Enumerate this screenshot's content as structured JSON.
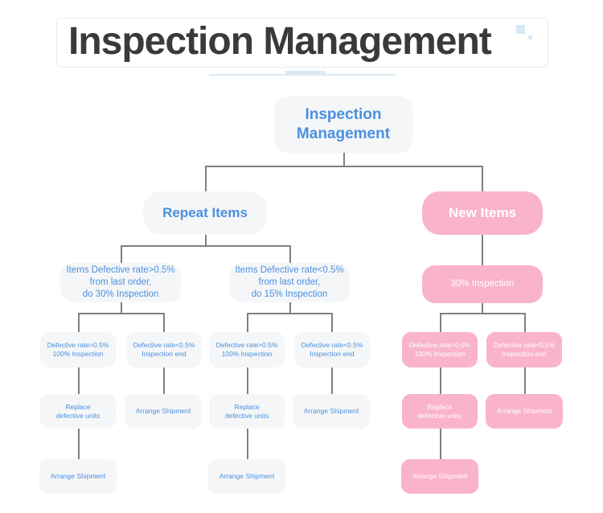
{
  "header": {
    "title": "Inspection Management",
    "decor": [
      "square-large",
      "square-small",
      "underline"
    ]
  },
  "diagram": {
    "type": "flowchart",
    "colors": {
      "blue_node_bg": "#f5f6f7",
      "blue_node_text": "#4a90e2",
      "pink_node_bg": "#fab3cd",
      "pink_node_text": "#ffffff",
      "connector": "#808080",
      "title_text": "#3a3a3a",
      "accent_decor": "#dceaf4"
    },
    "nodes": {
      "root": "Inspection Management",
      "branch_repeat": "Repeat Items",
      "branch_new": "New Items",
      "repeat_high": "Items Defective rate>0.5%\nfrom last order,\ndo 30% Inspection",
      "repeat_high_l1": "Items Defective rate>0.5%",
      "repeat_high_l2": "from last order,",
      "repeat_high_l3": "do 30% Inspection",
      "repeat_low_l1": "Items Defective rate<0.5%",
      "repeat_low_l2": "from last order,",
      "repeat_low_l3": "do 15% Inspection",
      "new_inspection": "30% Inspection",
      "defect_high_l1": "Defective rate>0.5%",
      "defect_high_l2": "100% Inspection",
      "defect_low_l1": "Defective rate<0.5%",
      "defect_low_l2": "Inspection end",
      "replace_l1": "Replace",
      "replace_l2": "defective units",
      "arrange_shipment": "Arrange Shipment"
    }
  }
}
